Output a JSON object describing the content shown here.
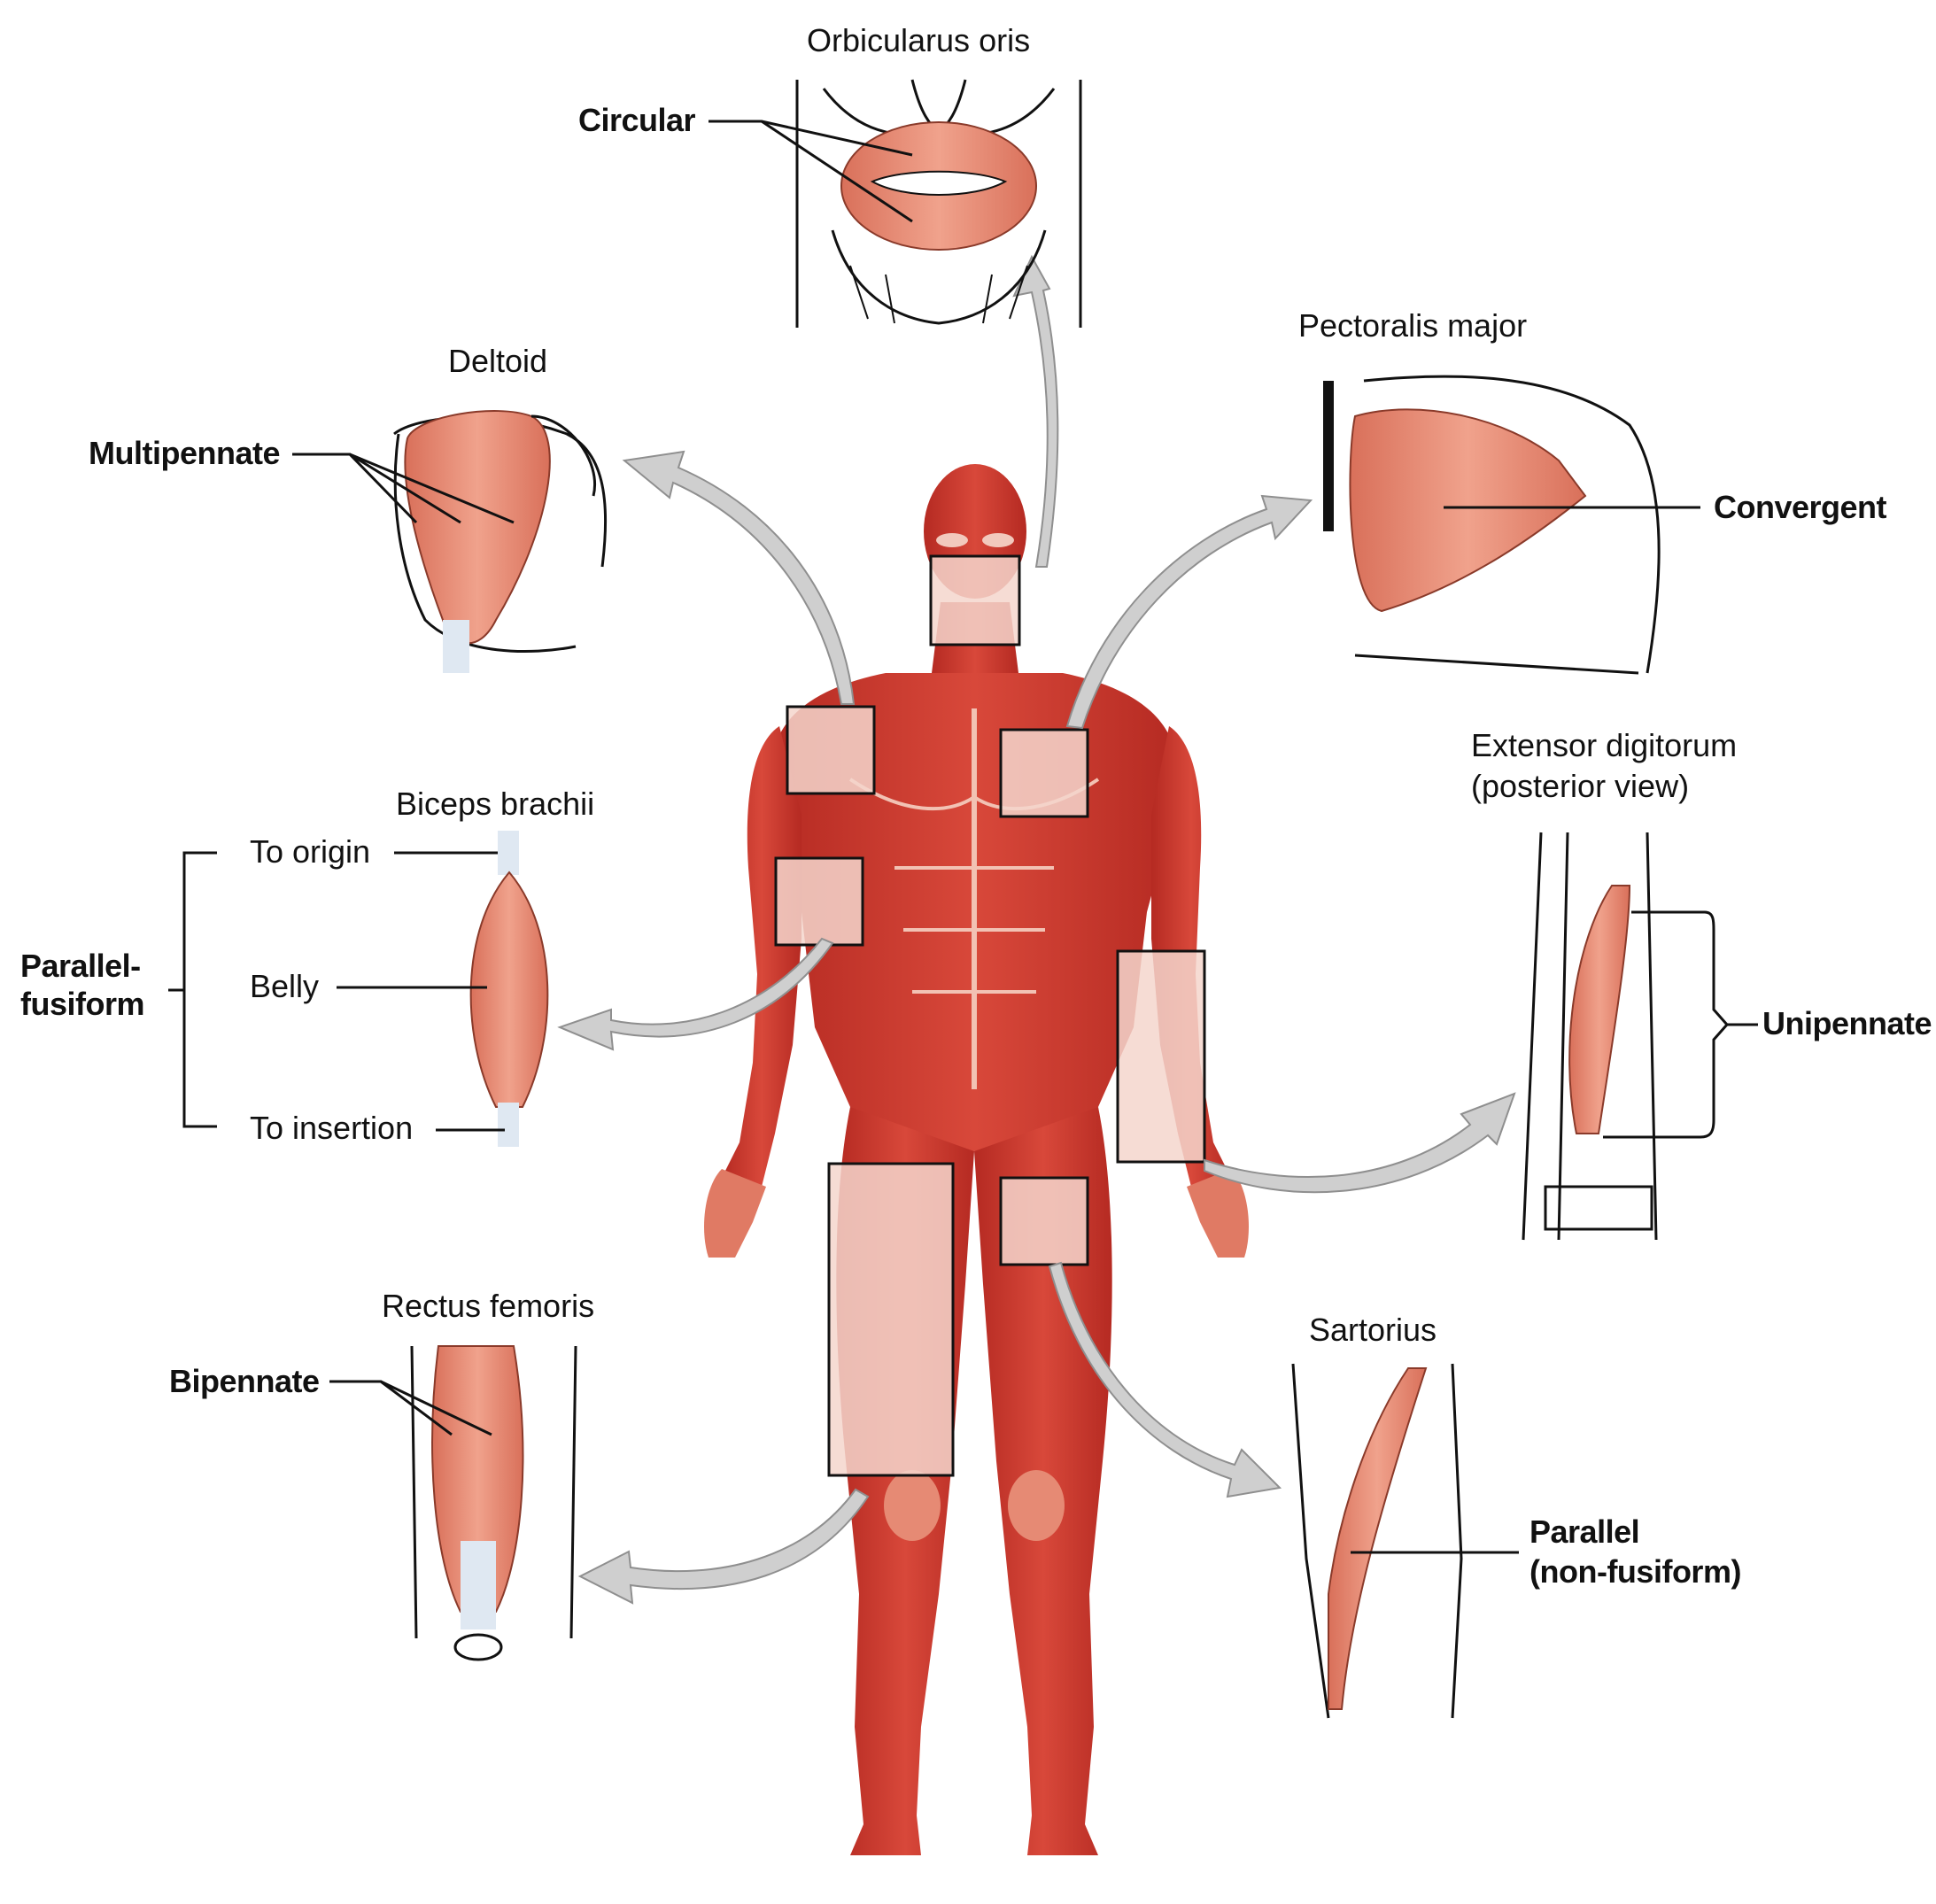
{
  "muscles": {
    "orbicularis": {
      "title": "Orbicularus oris",
      "type": "Circular"
    },
    "deltoid": {
      "title": "Deltoid",
      "type": "Multipennate"
    },
    "pectoralis": {
      "title": "Pectoralis major",
      "type": "Convergent"
    },
    "biceps": {
      "title": "Biceps brachii",
      "type_line1": "Parallel-",
      "type_line2": "fusiform",
      "parts": {
        "origin": "To origin",
        "belly": "Belly",
        "insertion": "To insertion"
      }
    },
    "extensor": {
      "title_line1": "Extensor digitorum",
      "title_line2": "(posterior view)",
      "type": "Unipennate"
    },
    "rectus": {
      "title": "Rectus femoris",
      "type": "Bipennate"
    },
    "sartorius": {
      "title": "Sartorius",
      "type_line1": "Parallel",
      "type_line2": "(non-fusiform)"
    }
  },
  "colors": {
    "muscle": "#e8917a",
    "muscle_dark": "#c9553f",
    "body_red": "#c8362b",
    "body_highlight": "#f2b8a8",
    "tendon": "#dfe8f2",
    "arrow": "#cccccc",
    "arrow_stroke": "#8a8a8a",
    "line": "#111111"
  }
}
